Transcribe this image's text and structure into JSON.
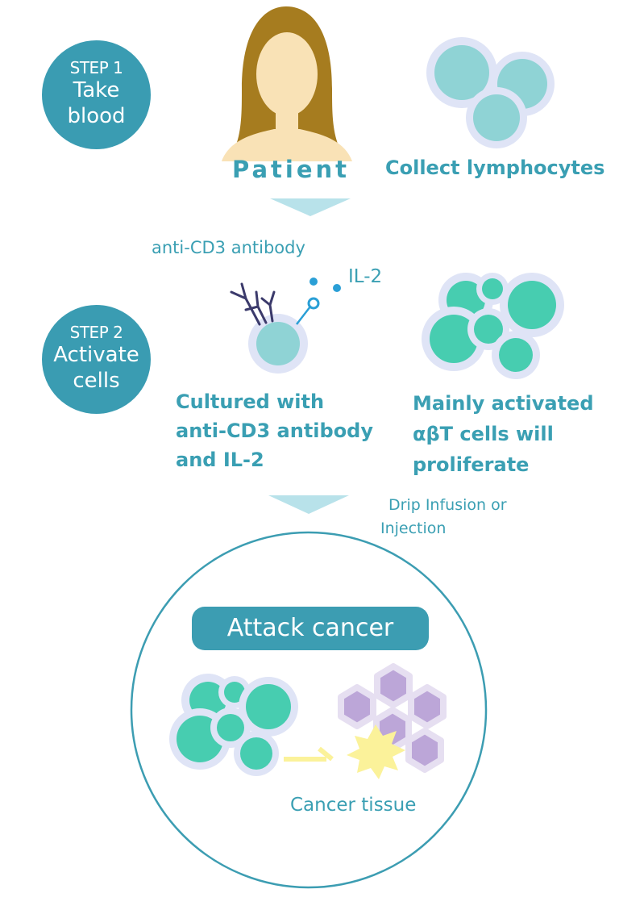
{
  "step1": {
    "step_label": "STEP 1",
    "title_line1": "Take",
    "title_line2": "blood"
  },
  "step2": {
    "step_label": "STEP 2",
    "title_line1": "Activate",
    "title_line2": "cells"
  },
  "patient_label": "Patient",
  "collect_label": "Collect lymphocytes",
  "antibody_label": "anti-CD3 antibody",
  "il2_label": "IL-2",
  "cultured_text": {
    "line1": "Cultured with",
    "line2": "anti-CD3 antibody",
    "line3": "and IL-2"
  },
  "activated_text": {
    "line1": "Mainly activated",
    "line2": "αβT cells will",
    "line3": "proliferate"
  },
  "infusion_text": {
    "line1": "Drip Infusion or",
    "line2": "Injection"
  },
  "attack_label": "Attack cancer",
  "cancer_label": "Cancer tissue",
  "colors": {
    "teal_dark": "#3a9cb2",
    "teal_text": "#3a9fb3",
    "cell_light": "#8fd3d5",
    "cell_halo": "#dfe4f6",
    "activated_cell": "#47cdb0",
    "cancer_purple": "#bca6d8",
    "burst_yellow": "#fbf29a",
    "hair": "#a67c1f",
    "skin": "#f9e2b6",
    "body_white": "#ffffff"
  }
}
